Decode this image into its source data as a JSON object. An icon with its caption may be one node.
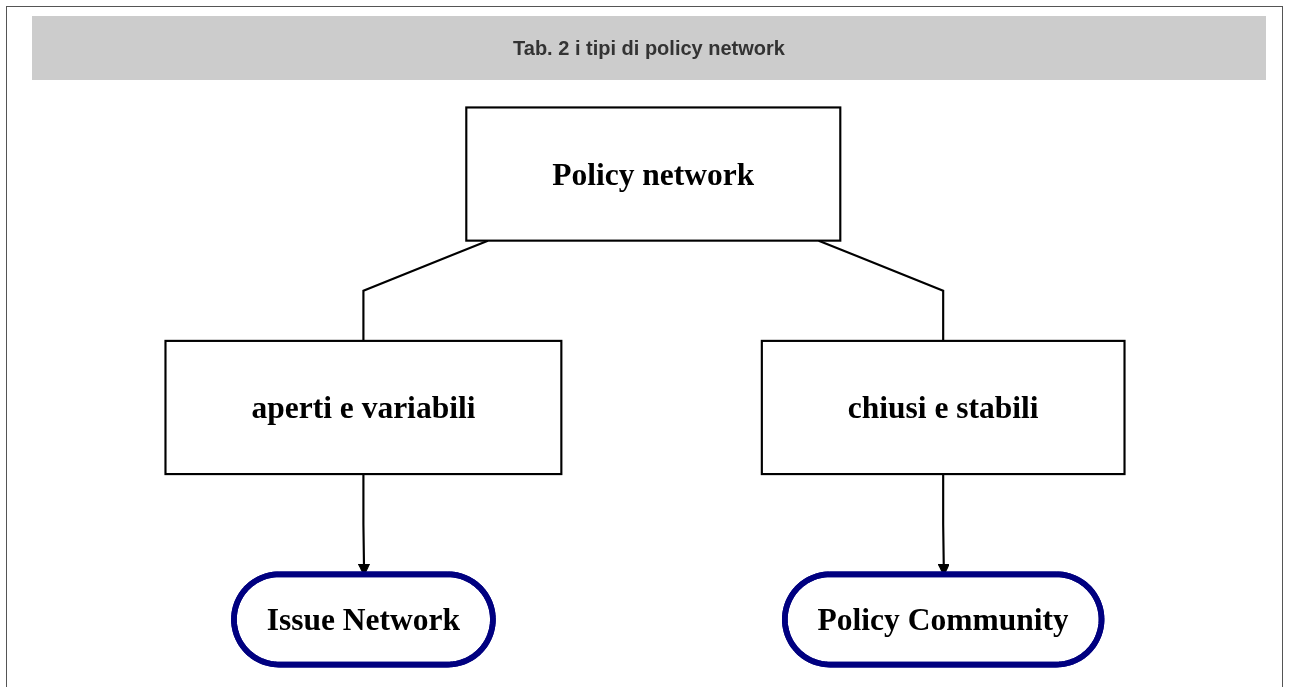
{
  "diagram": {
    "title": "Tab. 2 i tipi di policy network",
    "nodes": [
      {
        "text": [
          "Policy network"
        ]
      },
      {
        "text": [
          "aperti e variabili"
        ]
      },
      {
        "text": [
          "chiusi e stabili"
        ]
      },
      {
        "text": [
          "Issue Network"
        ]
      },
      {
        "text": [
          "Policy Community"
        ]
      }
    ],
    "edges": [
      {
        "from": 0,
        "to": 1,
        "arrow": "none"
      },
      {
        "from": 0,
        "to": 2,
        "arrow": "none"
      },
      {
        "from": 1,
        "to": 3,
        "arrow": "to"
      },
      {
        "from": 2,
        "to": 4,
        "arrow": "to"
      }
    ]
  }
}
